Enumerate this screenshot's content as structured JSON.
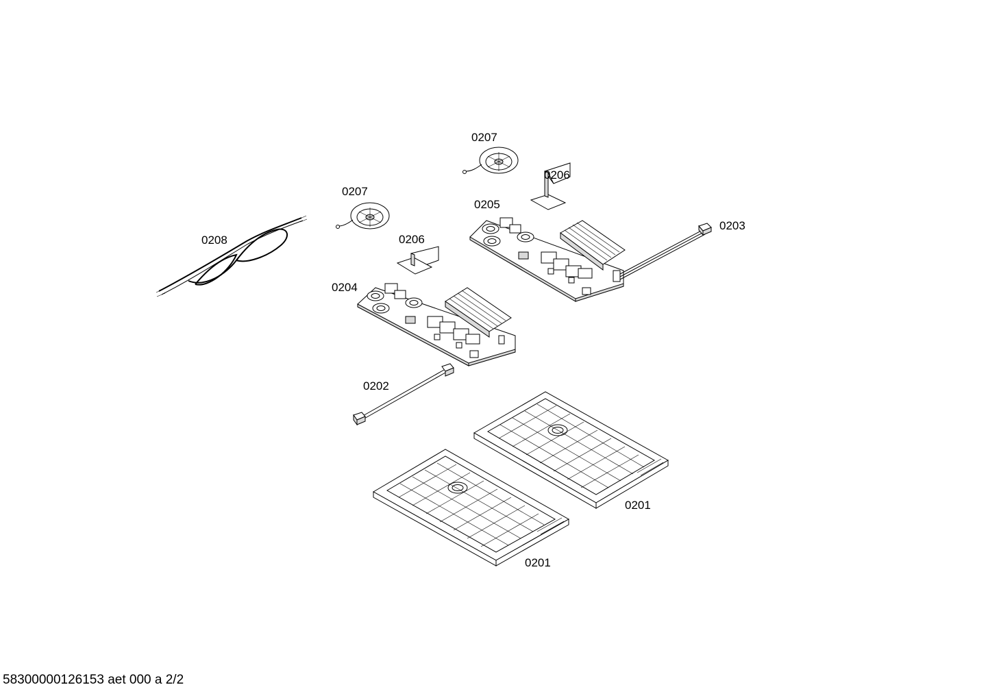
{
  "callouts": {
    "fan_upper": "0207",
    "fan_lower": "0207",
    "bracket_upper": "0206",
    "bracket_lower": "0206",
    "board_upper": "0205",
    "board_lower": "0204",
    "cable_right": "0203",
    "cable_lower": "0202",
    "power_cord": "0208",
    "carrier_right": "0201",
    "carrier_left": "0201"
  },
  "footer": {
    "document_id": "58300000126153 aet 000 a 2/2"
  }
}
